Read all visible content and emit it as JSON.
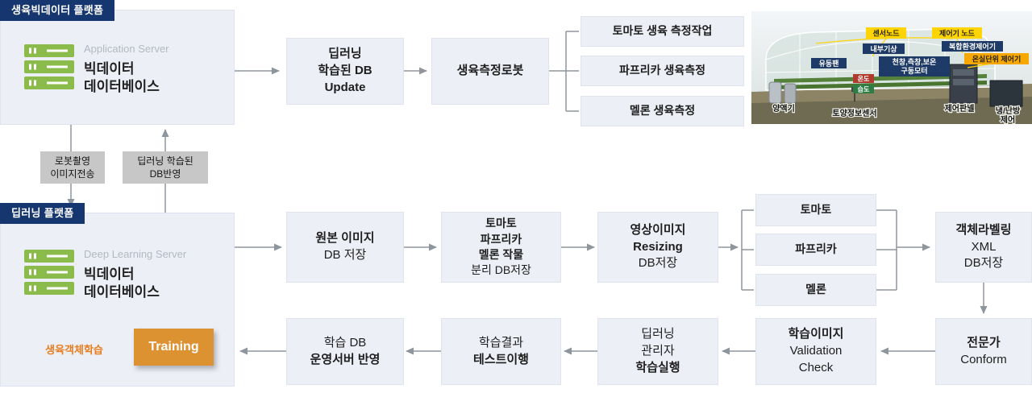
{
  "colors": {
    "badge_navy": "#16366f",
    "panel_bg": "#edeff7",
    "panel_border": "#dfe3f0",
    "arrow_gray": "#8e959d",
    "arrow_dark": "#555a60",
    "training_orange": "#dd9232",
    "accent_orange": "#e87d1e",
    "server_green": "#8bbc4b",
    "chip_gray": "#c7c7c7",
    "highlight_yellow": "#ffd400"
  },
  "top_platform": {
    "badge": "생육빅데이터 플랫폼",
    "server_type": "Application Server",
    "server_name_l1": "빅데이터",
    "server_name_l2": "데이터베이스",
    "step_db_update_l1": "딥러닝",
    "step_db_update_l2": "학습된 DB",
    "step_db_update_l3": "Update",
    "step_robot": "생육측정로봇",
    "tasks": [
      "토마토 생육 측정작업",
      "파프리카 생육측정",
      "멜론 생육측정"
    ]
  },
  "connectors": {
    "down_l1": "로봇촬영",
    "down_l2": "이미지전송",
    "up_l1": "딥러닝 학습된",
    "up_l2": "DB반영"
  },
  "bottom_platform": {
    "badge": "딥러닝 플랫폼",
    "server_type": "Deep Learning Server",
    "server_name_l1": "빅데이터",
    "server_name_l2": "데이터베이스",
    "training": "Training",
    "object_learning": "생육객체학습"
  },
  "pipeline": {
    "original": {
      "l1": "원본 이미지",
      "l2": "DB 저장"
    },
    "split": {
      "l1": "토마토",
      "l2": "파프리카",
      "l3": "멜론 작물",
      "l4": "분리 DB저장"
    },
    "resizing": {
      "l1": "영상이미지",
      "l2": "Resizing",
      "l3": "DB저장"
    },
    "crops": [
      "토마토",
      "파프리카",
      "멜론"
    ],
    "labeling": {
      "l1": "객체라벨링",
      "l2": "XML",
      "l3": "DB저장"
    },
    "expert": {
      "l1": "전문가",
      "l2": "Conform"
    },
    "validation": {
      "l1": "학습이미지",
      "l2": "Validation",
      "l3": "Check"
    },
    "execute": {
      "l1": "딥러닝",
      "l2": "관리자",
      "l3": "학습실행"
    },
    "test": {
      "l1": "학습결과",
      "l2": "테스트이행"
    },
    "deploy": {
      "l1": "학습 DB",
      "l2": "운영서버 반영"
    }
  },
  "greenhouse": {
    "sensor_node": "센서노드",
    "controller_node": "제어기 노드",
    "unit_controller": "온실단위 제어기",
    "indoor_weather": "내부기상",
    "motor_l1": "천창,측창,보온",
    "motor_l2": "구동모터",
    "env_controller": "복합환경제어기",
    "flow_fan": "유동팬",
    "temp": "온도",
    "humidity": "습도",
    "nutrient": "양액기",
    "soil_sensor": "토양정보센서",
    "control_panel": "제어판넬",
    "hvac_l1": "냉/난방",
    "hvac_l2": "제어"
  }
}
